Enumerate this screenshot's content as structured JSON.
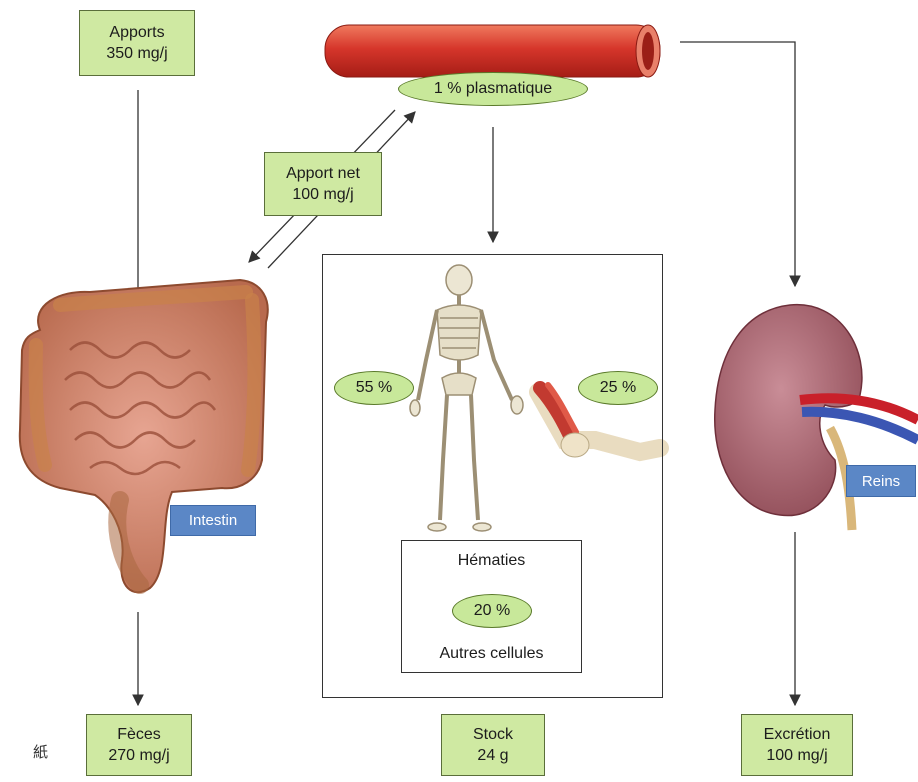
{
  "boxes": {
    "apports": [
      "Apports",
      "350 mg/j"
    ],
    "apport_net": [
      "Apport net",
      "100 mg/j"
    ],
    "feces": [
      "Fèces",
      "270 mg/j"
    ],
    "stock": [
      "Stock",
      "24 g"
    ],
    "excretion": [
      "Excrétion",
      "100 mg/j"
    ]
  },
  "ovals": {
    "plasma": "1 % plasmatique",
    "bone": "55 %",
    "muscle": "25 %",
    "cells": "20 %"
  },
  "labels": {
    "intestin": "Intestin",
    "reins": "Reins",
    "hematies": "Hématies",
    "autres": "Autres cellules",
    "mark": "紙"
  },
  "colors": {
    "box_fill": "#cfe9a2",
    "oval_fill": "#c8e89a",
    "organ_label": "#5b87c6",
    "vessel": "#d6362b"
  }
}
